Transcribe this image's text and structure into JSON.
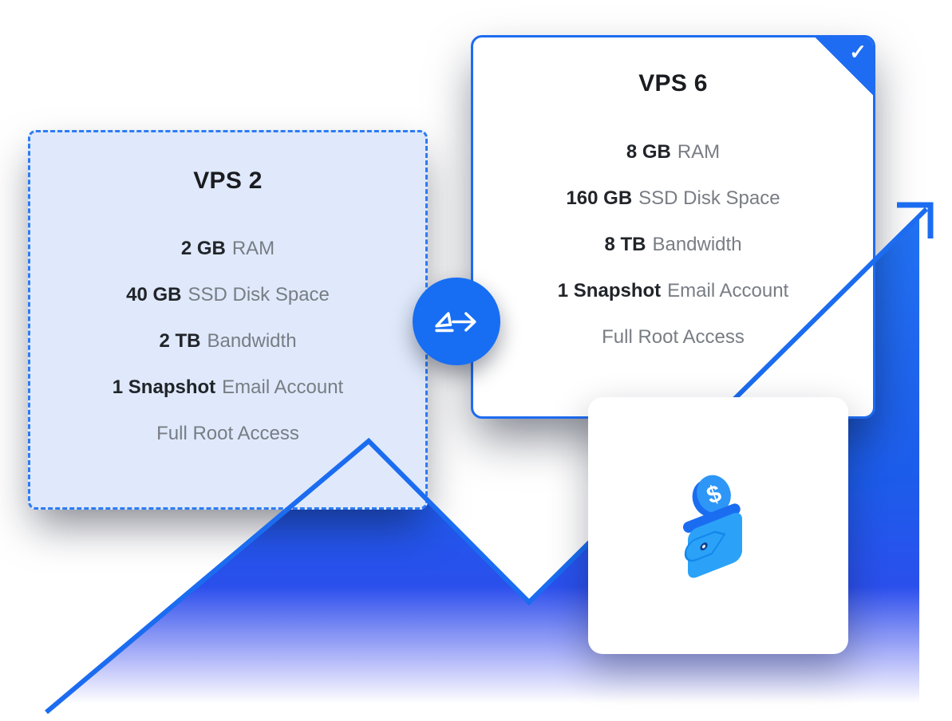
{
  "illustration": {
    "source_plan": {
      "name": "VPS 2",
      "features": [
        {
          "bold": "2 GB",
          "text": "RAM"
        },
        {
          "bold": "40 GB",
          "text": "SSD Disk Space"
        },
        {
          "bold": "2 TB",
          "text": "Bandwidth"
        },
        {
          "bold": "1 Snapshot",
          "text": "Email Account"
        },
        {
          "bold": "",
          "text": "Full Root Access"
        }
      ]
    },
    "target_plan": {
      "name": "VPS 6",
      "selected_badge_glyph": "✓",
      "features": [
        {
          "bold": "8 GB",
          "text": "RAM"
        },
        {
          "bold": "160 GB",
          "text": "SSD Disk Space"
        },
        {
          "bold": "8 TB",
          "text": "Bandwidth"
        },
        {
          "bold": "1 Snapshot",
          "text": "Email Account"
        },
        {
          "bold": "",
          "text": "Full Root Access"
        }
      ]
    },
    "wallet": {
      "coin_glyph": "$"
    },
    "icons": {
      "transfer": "transfer-arrow-icon",
      "check": "checkmark-icon",
      "wallet": "wallet-coin-icon",
      "trend": "growth-arrow-graphic"
    },
    "colors": {
      "accent_blue": "#1b6cf0",
      "dashed_border": "#2e7cf3",
      "solid_border": "#1e6cf1",
      "light_card_bg": "#dfe9fb",
      "fill_top": "#2273f5",
      "fill_bottom": "#3a41ee",
      "wallet_light": "#2ba2f8",
      "wallet_dark": "#1a6df1",
      "text_dark": "#212429",
      "text_gray": "#787d84"
    }
  }
}
